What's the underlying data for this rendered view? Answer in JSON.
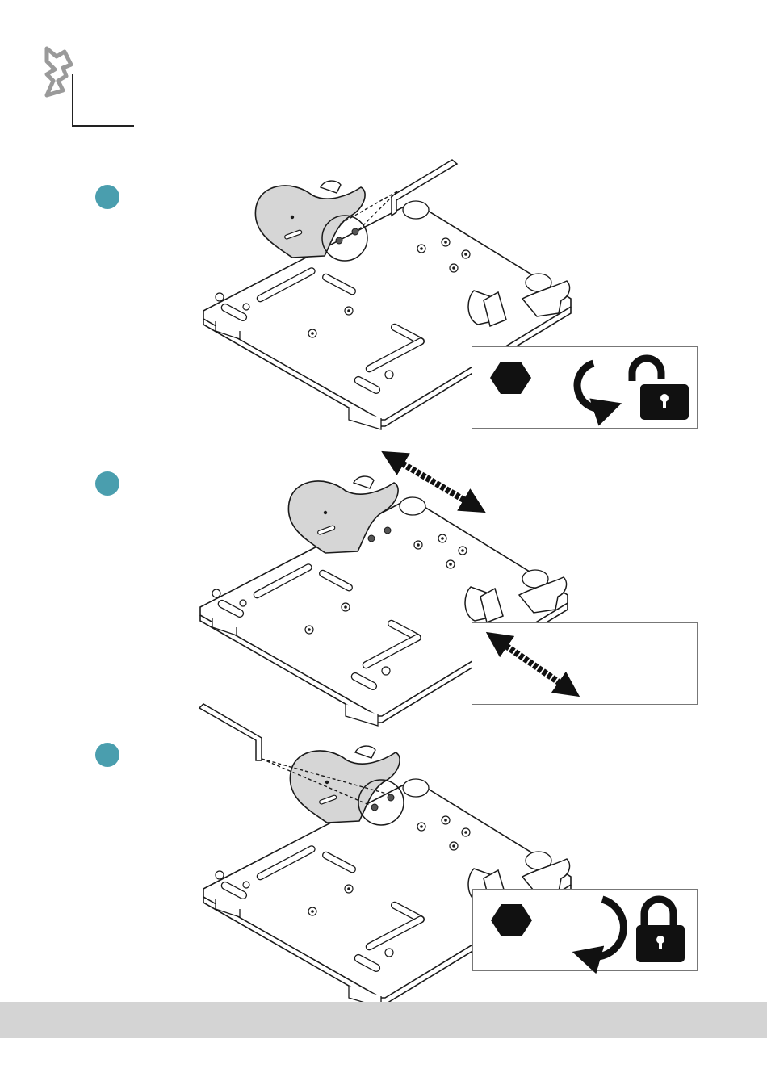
{
  "colors": {
    "accent": "#4a9eae",
    "footer": "#d4d4d4",
    "part_fill": "#d6d6d6",
    "line": "#1a1a1a"
  },
  "icons": {
    "brand": "brand-logo-icon",
    "hex_key": "hexagon-icon",
    "rotate_ccw": "rotate-counterclockwise-icon",
    "rotate_cw": "rotate-clockwise-icon",
    "unlock": "unlock-icon",
    "lock": "lock-icon",
    "slide": "double-arrow-icon"
  },
  "steps": [
    {
      "id": 1,
      "action": "loosen",
      "icons": [
        "hexagon-icon",
        "rotate-counterclockwise-icon",
        "unlock-icon"
      ]
    },
    {
      "id": 2,
      "action": "adjust",
      "icons": [
        "double-arrow-icon"
      ]
    },
    {
      "id": 3,
      "action": "tighten",
      "icons": [
        "hexagon-icon",
        "rotate-clockwise-icon",
        "lock-icon"
      ]
    }
  ]
}
